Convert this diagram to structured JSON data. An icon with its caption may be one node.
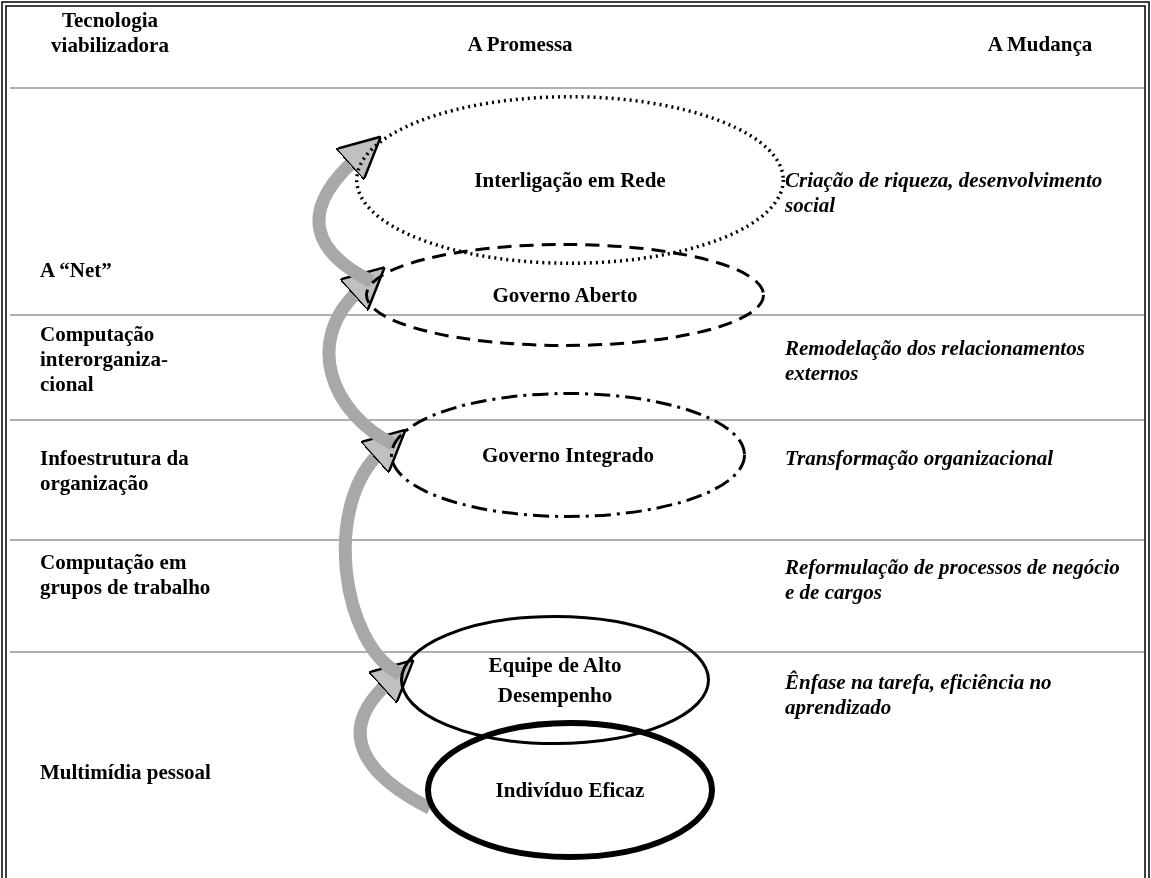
{
  "diagram": {
    "nodes": [
      {
        "text": [
          "Interligação em Rede"
        ]
      },
      {
        "text": [
          "Governo Aberto"
        ]
      },
      {
        "text": [
          "Governo Integrado"
        ]
      },
      {
        "text": [
          "Equipe de Alto Desempenho"
        ]
      },
      {
        "text": [
          "Indivíduo Eficaz"
        ]
      }
    ],
    "edges": [
      {
        "from": 4,
        "to": 3,
        "arrow": "to"
      },
      {
        "from": 3,
        "to": 2,
        "arrow": "to"
      },
      {
        "from": 2,
        "to": 1,
        "arrow": "to"
      },
      {
        "from": 1,
        "to": 0,
        "arrow": "to"
      }
    ],
    "labels": [
      "Tecnologia viabilizadora",
      "A Promessa",
      "A Mudança",
      "A “Net”",
      "Criação de riqueza, desenvolvimento social",
      "Computação interorganiza-cional",
      "Remodelação dos relacionamentos externos",
      "Infoestrutura da organização",
      "Transformação organizacional",
      "Computação em grupos de trabalho",
      "Reformulação de processos de negócio e de cargos",
      "Multimídia pessoal",
      "Ênfase na tarefa, eficiência no aprendizado"
    ]
  }
}
